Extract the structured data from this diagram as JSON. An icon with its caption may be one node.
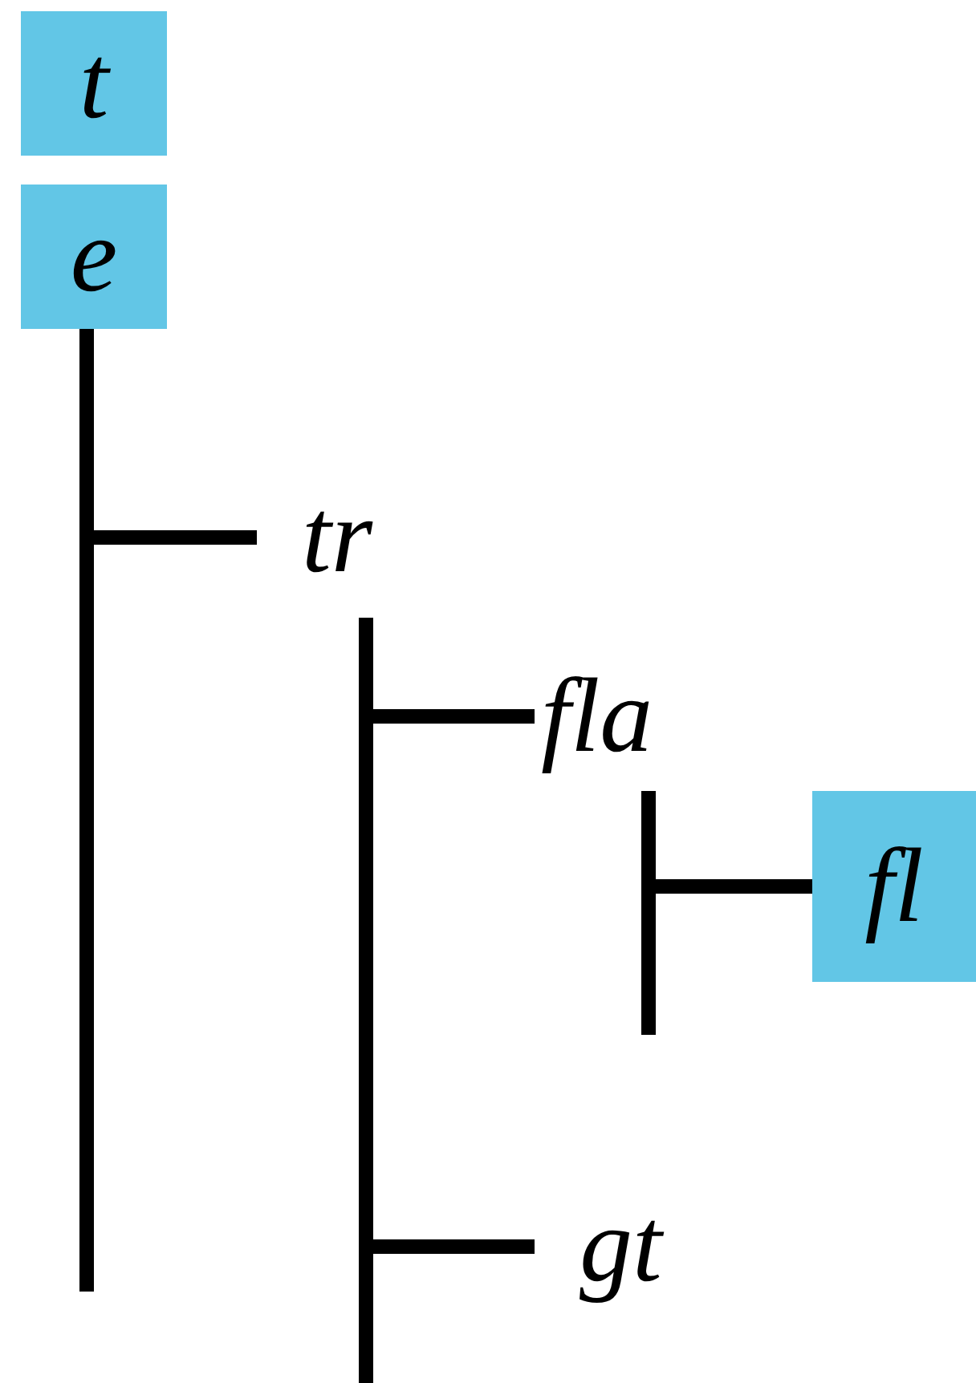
{
  "diagram": {
    "nodes": [
      {
        "text": [
          "t"
        ]
      },
      {
        "text": [
          "e"
        ]
      },
      {
        "text": [
          "tr"
        ]
      },
      {
        "text": [
          "fla"
        ]
      },
      {
        "text": [
          "fl"
        ]
      },
      {
        "text": [
          "gt"
        ]
      }
    ],
    "edges": [
      {
        "from": 1,
        "to": 2,
        "arrow": "none"
      },
      {
        "from": 2,
        "to": 3,
        "arrow": "none"
      },
      {
        "from": 3,
        "to": 4,
        "arrow": "none"
      },
      {
        "from": 2,
        "to": 5,
        "arrow": "none"
      }
    ]
  }
}
